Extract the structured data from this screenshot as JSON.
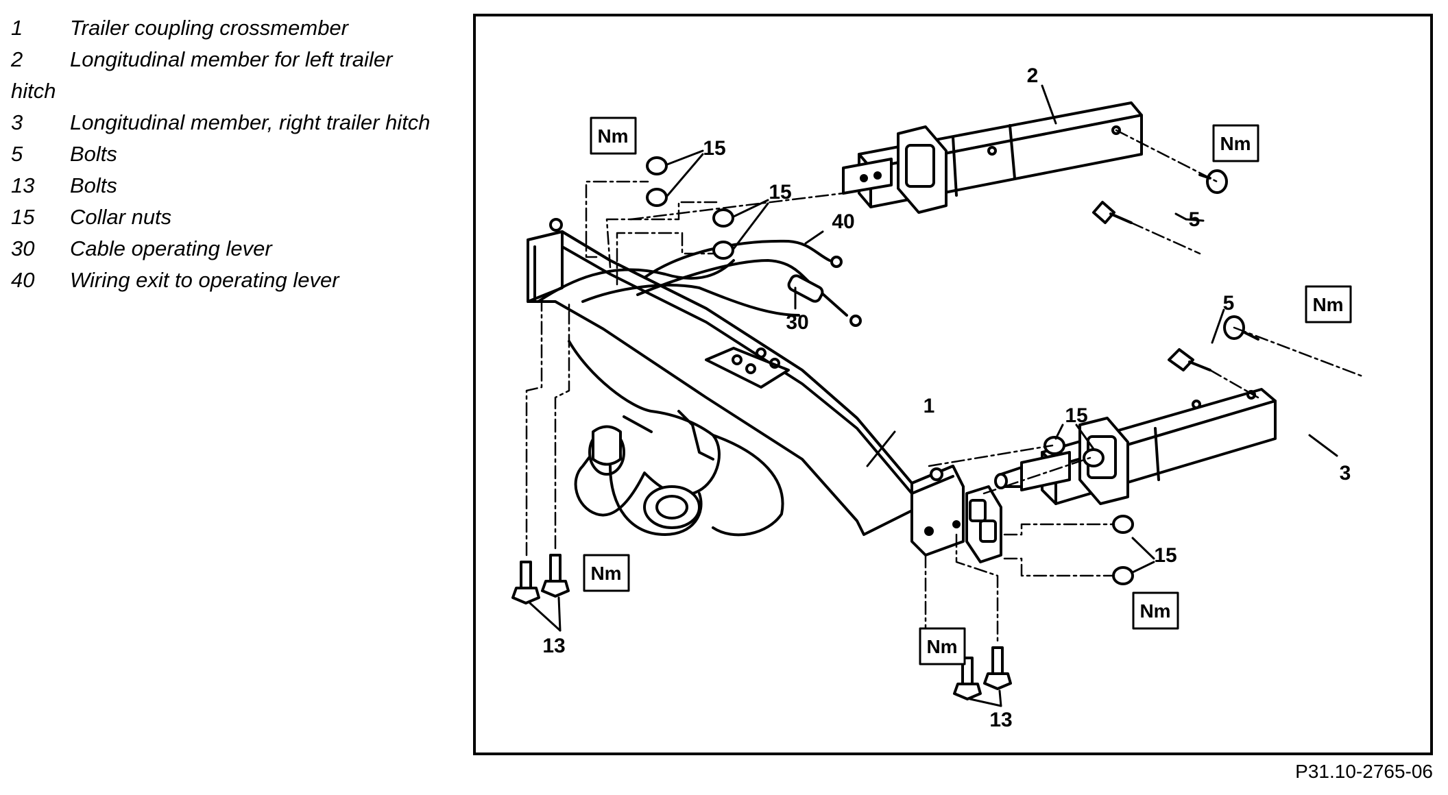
{
  "legend": [
    {
      "num": "1",
      "text": "Trailer coupling crossmember"
    },
    {
      "num": "2",
      "text": "Longitudinal member for left trailer",
      "wrap": "hitch"
    },
    {
      "num": "3",
      "text": "Longitudinal member, right trailer hitch"
    },
    {
      "num": "5",
      "text": "Bolts"
    },
    {
      "num": "13",
      "text": "Bolts"
    },
    {
      "num": "15",
      "text": "Collar nuts"
    },
    {
      "num": "30",
      "text": "Cable operating lever"
    },
    {
      "num": "40",
      "text": "Wiring exit to operating lever"
    }
  ],
  "callouts": {
    "c1": "1",
    "c2": "2",
    "c3": "3",
    "c5a": "5",
    "c5b": "5",
    "c13a": "13",
    "c13b": "13",
    "c15a": "15",
    "c15b": "15",
    "c15c": "15",
    "c15d": "15",
    "c30": "30",
    "c40": "40"
  },
  "torque_label": "Nm",
  "figure_code": "P31.10-2765-06"
}
